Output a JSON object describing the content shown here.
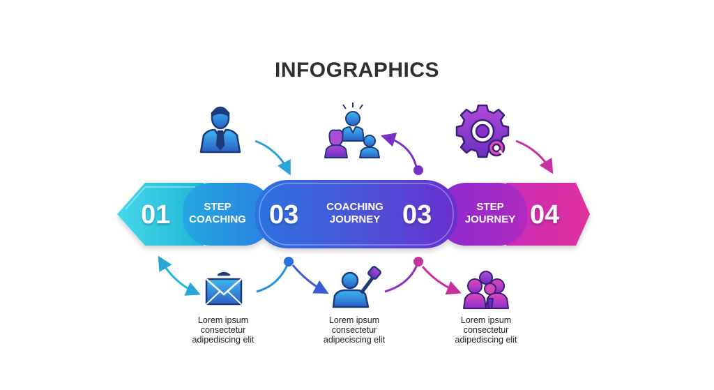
{
  "title": "INFOGRAPHICS",
  "banner": {
    "seg1": {
      "number": "01"
    },
    "seg2": {
      "line1": "STEP",
      "line2": "COACHING"
    },
    "seg3": {
      "number_left": "03",
      "line1": "COACHING",
      "line2": "JOURNEY",
      "number_right": "03"
    },
    "seg4": {
      "line1": "STEP",
      "line2": "JOURNEY"
    },
    "seg5": {
      "number": "04"
    }
  },
  "captions": [
    {
      "line1": "Lorem ipsum",
      "line2": "consectetur",
      "line3": "adipediscing elit"
    },
    {
      "line1": "Lorem ipsum",
      "line2": "consectetur",
      "line3": "adipeciscing elit"
    },
    {
      "line1": "Lorem ipsum",
      "line2": "consectetur",
      "line3": "adipediscing elit"
    }
  ],
  "icons": {
    "top": [
      "businessman-icon",
      "team-meeting-icon",
      "gear-search-icon"
    ],
    "bottom": [
      "envelope-icon",
      "speaker-microphone-icon",
      "group-people-icon"
    ]
  },
  "colors": {
    "cyan": "#22c6e0",
    "blue": "#2c6fe0",
    "purple": "#7a2fd0",
    "magenta": "#d42aa8",
    "text": "#2f2f33"
  }
}
